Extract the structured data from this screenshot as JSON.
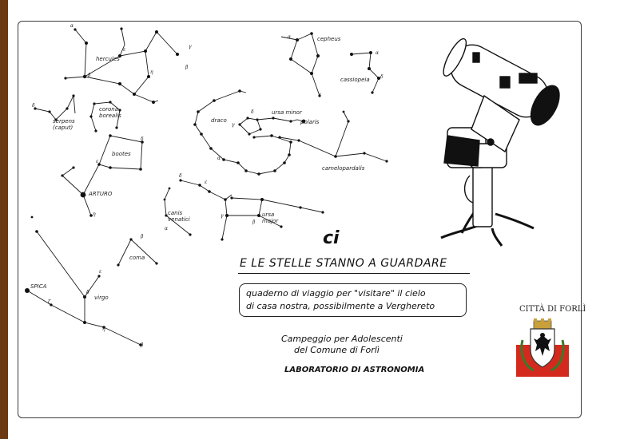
{
  "cover": {
    "ci": "ci",
    "title": "E LE STELLE STANNO A GUARDARE",
    "subtitle_line1": "quaderno di viaggio per \"visitare\" il cielo",
    "subtitle_line2": "di casa nostra, possibilmente a Verghereto",
    "camp_line1": "Campeggio per Adolescenti",
    "camp_line2": "del Comune di Forlì",
    "lab": "LABORATORIO DI ASTRONOMIA",
    "city": "CITTÀ DI FORLÌ"
  },
  "constellations": {
    "hercules": "hercules",
    "cepheus": "cepheus",
    "cassiopeia": "cassiopeia",
    "corona_borealis": "corona borealis",
    "serpens": "serpens (caput)",
    "draco": "draco",
    "ursa_minor": "ursa minor",
    "polaris": "polaris",
    "camelopardalis": "camelopardalis",
    "bootes": "bootes",
    "arturo": "ARTURO",
    "canes_venatici": "canis venatici",
    "ursa_major": "ursa major",
    "coma": "coma",
    "spica": "SPICA",
    "virgo": "virgo"
  },
  "greek": {
    "alpha": "α",
    "beta": "β",
    "gamma": "γ",
    "delta": "δ",
    "epsilon": "ε",
    "zeta": "ζ",
    "eta": "η"
  },
  "colors": {
    "spine": "#6b3a12",
    "ink": "#111111",
    "crest_red": "#d42a1e",
    "crest_gold": "#c9a13a"
  }
}
